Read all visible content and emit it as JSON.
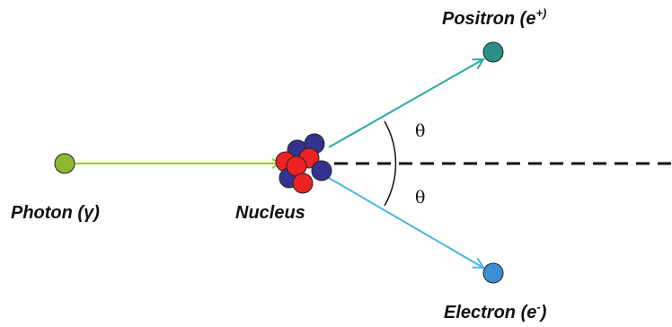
{
  "labels": {
    "photon": "Photon (γ)",
    "nucleus": "Nucleus",
    "positron_base": "Positron (e",
    "positron_sup": "+)",
    "electron_base": "Electron (e",
    "electron_sup": "-",
    "electron_close": ")",
    "angle_upper": "θ",
    "angle_lower": "θ"
  },
  "colors": {
    "photon_particle": "#8db832",
    "photon_track": "#9acd32",
    "positron_particle": "#2a8f88",
    "positron_track": "#2ba8a4",
    "electron_particle": "#3d8fd4",
    "electron_track": "#4ab4e6",
    "proton": "#ee2222",
    "neutron": "#33338f",
    "reference_line": "#111111"
  }
}
